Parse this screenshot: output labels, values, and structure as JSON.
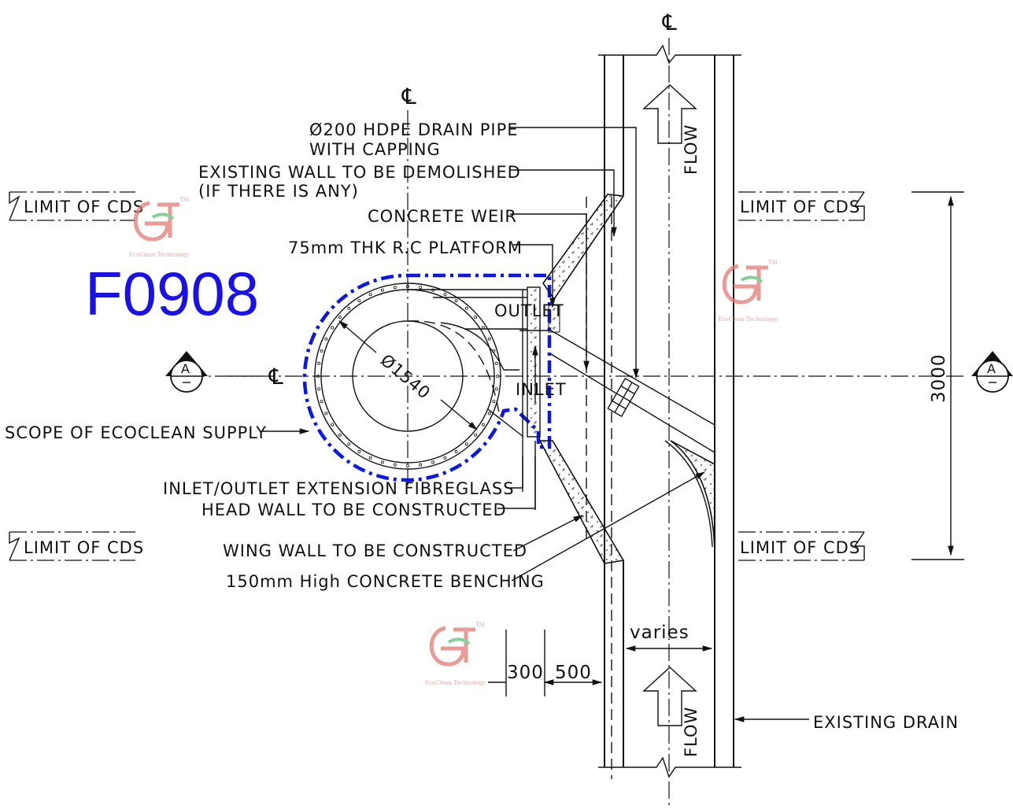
{
  "drawing_code": "F0908",
  "centerline_symbol": "℄",
  "section_marker": "A",
  "labels": {
    "drain_pipe_1": "Ø200 HDPE DRAIN PIPE",
    "drain_pipe_2": "WITH CAPPING",
    "existing_wall_1": "EXISTING WALL TO BE DEMOLISHED",
    "existing_wall_2": "(IF THERE IS ANY)",
    "concrete_weir": "CONCRETE WEIR",
    "platform": "75mm THK R.C PLATFORM",
    "outlet": "OUTLET",
    "inlet": "INLET",
    "diameter": "Ø1540",
    "scope": "SCOPE OF ECOCLEAN SUPPLY",
    "extension_1": "INLET/OUTLET EXTENSION FIBREGLASS",
    "extension_2": "HEAD WALL TO BE CONSTRUCTED",
    "wing_wall": "WING WALL TO BE CONSTRUCTED",
    "benching": "150mm High CONCRETE BENCHING",
    "existing_drain": "EXISTING DRAIN",
    "flow": "FLOW",
    "varies": "varies",
    "limit_of_cds": "LIMIT OF CDS"
  },
  "dimensions": {
    "height": "3000",
    "dim_300": "300",
    "dim_500": "500"
  },
  "logo": {
    "caption": "EcoClean Technology",
    "tm": "TM"
  },
  "colors": {
    "scope_outline": "#0a17e6",
    "drawing_code": "#1a10e8",
    "logo_red": "#d9534f",
    "logo_green": "#3cb371"
  }
}
